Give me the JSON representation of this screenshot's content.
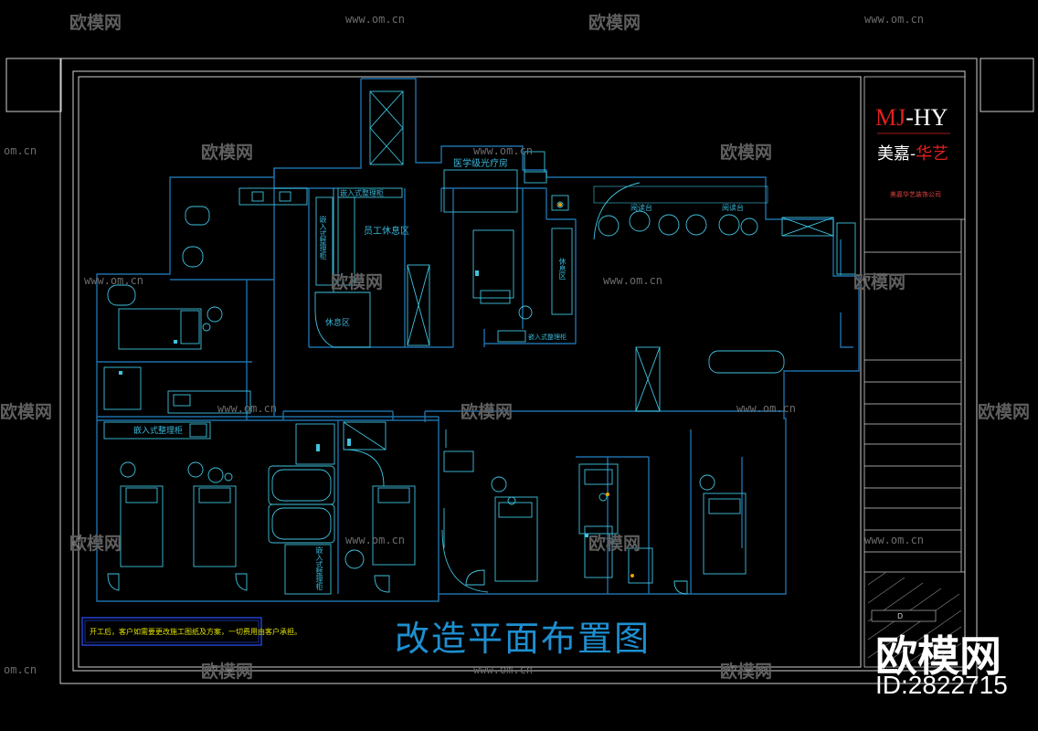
{
  "watermark": {
    "url": "www.om.cn",
    "url_edge": "om.cn",
    "logo": "欧模网"
  },
  "drawing": {
    "title": "改造平面布置图",
    "note": "开工后，客户如需要更改施工图纸及方案，一切费用由客户承担。",
    "rooms": {
      "medical_light": "医学级光疗房",
      "staff_lounge": "员工休息区",
      "rest_area": "休息区",
      "embedded_cabinet_1": "嵌入式整理柜",
      "embedded_cabinet_2": "嵌入式整理柜",
      "embedded_cabinet_3": "嵌入式整理柜",
      "embedded_wall_cab": "嵌入式整理柜",
      "reading_1": "阅读台",
      "reading_2": "阅读台",
      "vertical_a": "嵌入式整理柜",
      "vertical_b": "嵌入式整理柜",
      "pass_b": "休息区"
    }
  },
  "title_block": {
    "brand_red": "MJ",
    "brand_white": "-HY",
    "sub_white": "美嘉-",
    "sub_red": "华艺",
    "company": "美嘉华艺装饰公司",
    "id_label": "ID:2822715",
    "wm_big": "欧模网",
    "letter": "D"
  },
  "colors": {
    "wall": "#1d6fa8",
    "furniture": "#3fc3e0",
    "frame": "#cfcfcf",
    "background": "#000000"
  }
}
